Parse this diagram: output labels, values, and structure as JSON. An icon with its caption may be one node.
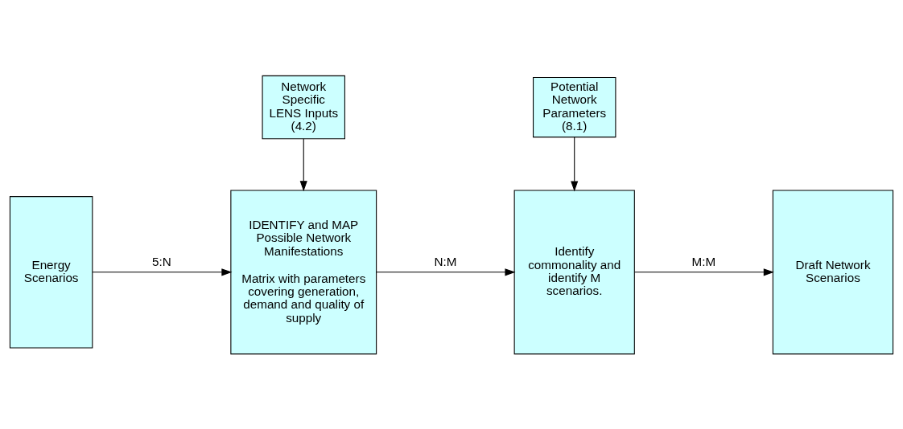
{
  "diagram": {
    "nodes": [
      {
        "text": [
          "Network Specific LENS Inputs (4.2)"
        ]
      },
      {
        "text": [
          "Potential Network Parameters (8.1)"
        ]
      },
      {
        "text": [
          "Energy Scenarios"
        ]
      },
      {
        "text": [
          "IDENTIFY and MAP Possible Network Manifestations",
          "Matrix with parameters covering generation, demand and quality of supply"
        ]
      },
      {
        "text": [
          "Identify commonality and identify M scenarios."
        ]
      },
      {
        "text": [
          "Draft Network Scenarios"
        ]
      }
    ],
    "edges": [
      {
        "from": 0,
        "to": 3,
        "arrow": "to"
      },
      {
        "from": 1,
        "to": 4,
        "arrow": "to"
      },
      {
        "from": 2,
        "to": 3,
        "arrow": "to",
        "label": "5:N"
      },
      {
        "from": 3,
        "to": 4,
        "arrow": "to",
        "label": "N:M"
      },
      {
        "from": 4,
        "to": 5,
        "arrow": "to",
        "label": "M:M"
      }
    ]
  }
}
